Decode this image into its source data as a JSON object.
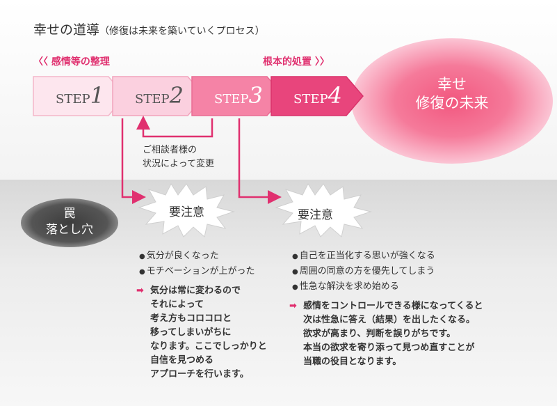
{
  "title": {
    "main": "幸せの道導",
    "sub": "（修復は未来を築いていくプロセス）"
  },
  "ranges": {
    "left": "〈〈 感情等の整理",
    "right": "根本的処置 〉〉"
  },
  "steps": [
    {
      "prefix": "STEP",
      "num": "1"
    },
    {
      "prefix": "STEP",
      "num": "2"
    },
    {
      "prefix": "STEP",
      "num": "3"
    },
    {
      "prefix": "STEP",
      "num": "4"
    }
  ],
  "goal": {
    "line1": "幸せ",
    "line2": "修復の未来"
  },
  "note": {
    "line1": "ご相談者様の",
    "line2": "状況によって変更"
  },
  "trap": {
    "line1": "罠",
    "line2": "落とし穴"
  },
  "warnings": [
    "要注意",
    "要注意"
  ],
  "left_panel": {
    "bullets": [
      "気分が良くなった",
      "モチベーションが上がった"
    ],
    "detail": [
      "気分は常に変わるので",
      "それによって",
      "考え方もコロコロと",
      "移ってしまいがちに",
      "なります。ここでしっかりと",
      "自信を見つめる",
      "アプローチを行います。"
    ]
  },
  "right_panel": {
    "bullets": [
      "自己を正当化する思いが強くなる",
      "周囲の同意の方を優先してしまう",
      "性急な解決を求め始める"
    ],
    "detail": [
      "感情をコントロールできる様になってくると",
      "次は性急に答え（結果）を出したくなる。",
      "欲求が高まり、判断を誤りがちです。",
      "本当の欲求を寄り添って見つめ直すことが",
      "当職の役目となります。"
    ]
  },
  "colors": {
    "accent": "#e0306f",
    "step1": "#fde6ee",
    "step2": "#fbd0df",
    "step3": "#f583a6",
    "step4": "#e8457c"
  },
  "icons": {
    "arrow": "pink-right-arrow-icon",
    "burst": "speech-burst-icon"
  }
}
